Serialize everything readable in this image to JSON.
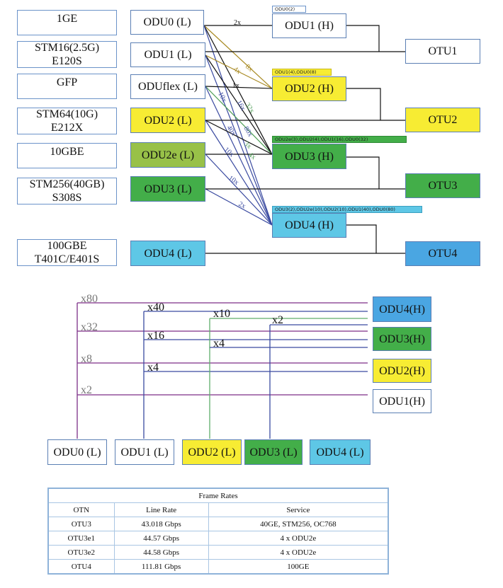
{
  "services": [
    {
      "id": "svc-1ge",
      "lines": [
        "1GE"
      ]
    },
    {
      "id": "svc-stm16",
      "lines": [
        "STM16(2.5G)",
        "E120S"
      ]
    },
    {
      "id": "svc-gfp",
      "lines": [
        "GFP"
      ]
    },
    {
      "id": "svc-stm64",
      "lines": [
        "STM64(10G)",
        "E212X"
      ]
    },
    {
      "id": "svc-10gbe",
      "lines": [
        "10GBE"
      ]
    },
    {
      "id": "svc-stm256",
      "lines": [
        "STM256(40GB)",
        "S308S"
      ]
    },
    {
      "id": "svc-100gbe",
      "lines": [
        "100GBE",
        "T401C/E401S"
      ]
    }
  ],
  "low_order": [
    "ODU0 (L)",
    "ODU1 (L)",
    "ODUflex (L)",
    "ODU2 (L)",
    "ODU2e (L)",
    "ODU3 (L)",
    "ODU4 (L)"
  ],
  "high_order": [
    "ODU1 (H)",
    "ODU2 (H)",
    "ODU3 (H)",
    "ODU4 (H)"
  ],
  "high_order_tags": [
    "ODU0(2)",
    "ODU1(4),ODU0(8)",
    "ODU2e(3),ODU2(4),ODU1(16),ODU0(32)",
    "ODU3(2),ODU2e(10),ODU2(10),ODU1(40),ODU0(80)"
  ],
  "otu": [
    "OTU1",
    "OTU2",
    "OTU3",
    "OTU4"
  ],
  "mux_labels": {
    "a": "2x",
    "b": "8x",
    "c": "4x",
    "d": "1x",
    "e": "32x",
    "f": "16x",
    "g": "10x",
    "h": "80x",
    "i": "40x",
    "j": "3x",
    "k": "10x",
    "l": "2x",
    "m": "4x",
    "n": "10x"
  },
  "bottom_high": [
    "ODU4(H)",
    "ODU3(H)",
    "ODU2(H)",
    "ODU1(H)"
  ],
  "bottom_low": [
    "ODU0 (L)",
    "ODU1 (L)",
    "ODU2 (L)",
    "ODU3 (L)",
    "ODU4 (L)"
  ],
  "bottom_labels": {
    "x80": "x80",
    "x32": "x32",
    "x8": "x8",
    "x2a": "x2",
    "x40": "x40",
    "x16": "x16",
    "x4a": "x4",
    "x10": "x10",
    "x4b": "x4",
    "x2b": "x2"
  },
  "colors": {
    "yellow": "#f7ec33",
    "green_dark": "#43ae49",
    "green_olive": "#98c148",
    "blue_light": "#5ec7e6",
    "blue_otu": "#4aa6e2",
    "border": "#5b7fb4",
    "purple": "#7d2f87",
    "navy": "#3a4aa0",
    "teal_green": "#5fae6a",
    "gold": "#a88a22"
  },
  "table": {
    "title": "Frame Rates",
    "headers": [
      "OTN",
      "Line Rate",
      "Service"
    ],
    "rows": [
      [
        "OTU3",
        "43.018 Gbps",
        "40GE, STM256, OC768"
      ],
      [
        "OTU3e1",
        "44.57 Gbps",
        "4 x ODU2e"
      ],
      [
        "OTU3e2",
        "44.58 Gbps",
        "4 x ODU2e"
      ],
      [
        "OTU4",
        "111.81 Gbps",
        "100GE"
      ]
    ]
  }
}
